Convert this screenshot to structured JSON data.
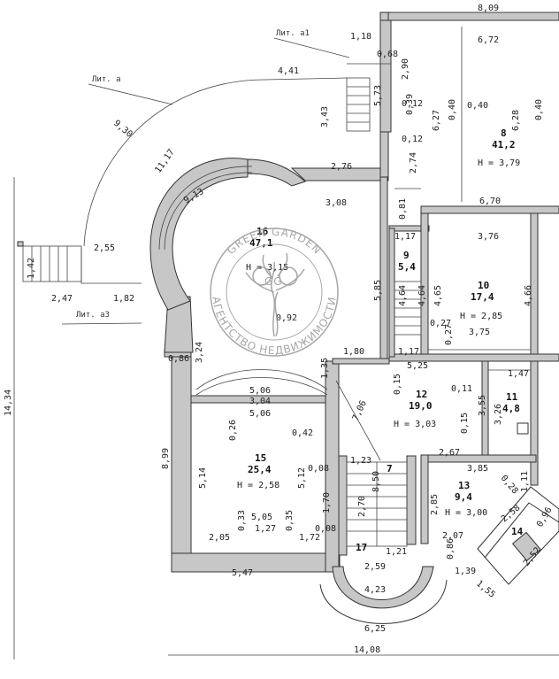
{
  "labels": {
    "lit_a1": "Лит. а1",
    "lit_a": "Лит. а",
    "lit_a3": "Лит. а3"
  },
  "rooms": [
    {
      "id": "r16",
      "no": "16",
      "area": "47,1",
      "h": "Н = 3,15"
    },
    {
      "id": "r8",
      "no": "8",
      "area": "41,2",
      "h": "Н = 3,79"
    },
    {
      "id": "r9",
      "no": "9",
      "area": "5,4",
      "h": ""
    },
    {
      "id": "r10",
      "no": "10",
      "area": "17,4",
      "h": "Н = 2,85"
    },
    {
      "id": "r12",
      "no": "12",
      "area": "19,0",
      "h": "Н = 3,03"
    },
    {
      "id": "r11",
      "no": "11",
      "area": "4,8",
      "h": ""
    },
    {
      "id": "r15",
      "no": "15",
      "area": "25,4",
      "h": "Н = 2,58"
    },
    {
      "id": "r13",
      "no": "13",
      "area": "9,4",
      "h": "Н = 3,00"
    },
    {
      "id": "r14",
      "no": "14",
      "area": "",
      "h": ""
    },
    {
      "id": "r17",
      "no": "17",
      "area": "",
      "h": ""
    },
    {
      "id": "r7",
      "no": "7",
      "area": "",
      "h": ""
    }
  ],
  "dims": {
    "d809": "8,09",
    "d672": "6,72",
    "d118": "1,18",
    "d068": "0,68",
    "d441": "4,41",
    "d290": "2,90",
    "d573": "5,73",
    "d012a": "0,12",
    "d039": "0,39",
    "d627": "6,27",
    "d040a": "0,40",
    "d040b": "0,40",
    "d628": "6,28",
    "d040c": "0,40",
    "d930": "9,30",
    "d343": "3,43",
    "d012b": "0,12",
    "d274": "2,74",
    "d1117": "11,17",
    "d276": "2,76",
    "d913": "9,13",
    "d308": "3,08",
    "d670": "6,70",
    "d1434": "14,34",
    "d255": "2,55",
    "d142": "1,42",
    "d247": "2,47",
    "d182": "1,82",
    "d117a": "1,17",
    "d376": "3,76",
    "d585": "5,85",
    "d464a": "4,64",
    "d464b": "4,64",
    "d465": "4,65",
    "d466": "4,66",
    "d092": "0,92",
    "d027a": "0,27",
    "d027b": "0,27",
    "d375": "3,75",
    "d324": "3,24",
    "d086": "0,86",
    "d180": "1,80",
    "d117b": "1,17",
    "d525": "5,25",
    "d135": "1,35",
    "d015a": "0,15",
    "d011": "0,11",
    "d147": "1,47",
    "d506a": "5,06",
    "d304": "3,04",
    "d506b": "5,06",
    "d355": "3,55",
    "d326": "3,26",
    "d026": "0,26",
    "d899": "8,99",
    "d042": "0,42",
    "d706": "7,06",
    "d015b": "0,15",
    "d267": "2,67",
    "d514": "5,14",
    "d512": "5,12",
    "d008a": "0,08",
    "d123": "1,23",
    "d385": "3,85",
    "d028": "0,28",
    "d111": "1,11",
    "d170": "1,70",
    "d270": "2,70",
    "d850": "8,50",
    "d285": "2,85",
    "d258": "2,58",
    "d096": "0,96",
    "d505": "5,05",
    "d033": "0,33",
    "d035": "0,35",
    "d205": "2,05",
    "d127": "1,27",
    "d172": "1,72",
    "d008b": "0,08",
    "d121": "1,21",
    "d207": "2,07",
    "d252": "2,52",
    "d547": "5,47",
    "d259": "2,59",
    "d086b": "0,86",
    "d139": "1,39",
    "d155": "1,55",
    "d423": "4,23",
    "d625": "6,25",
    "d1408": "14,08",
    "d081": "0,81"
  },
  "watermark": {
    "top": "GREEN GARDEN",
    "bottom": "АГЕНТСТВО НЕДВИЖИМОСТИ",
    "monogram": "GG"
  },
  "colors": {
    "wall_fill": "#c7c7c7",
    "line": "#333333",
    "watermark": "#8a8a8a"
  }
}
